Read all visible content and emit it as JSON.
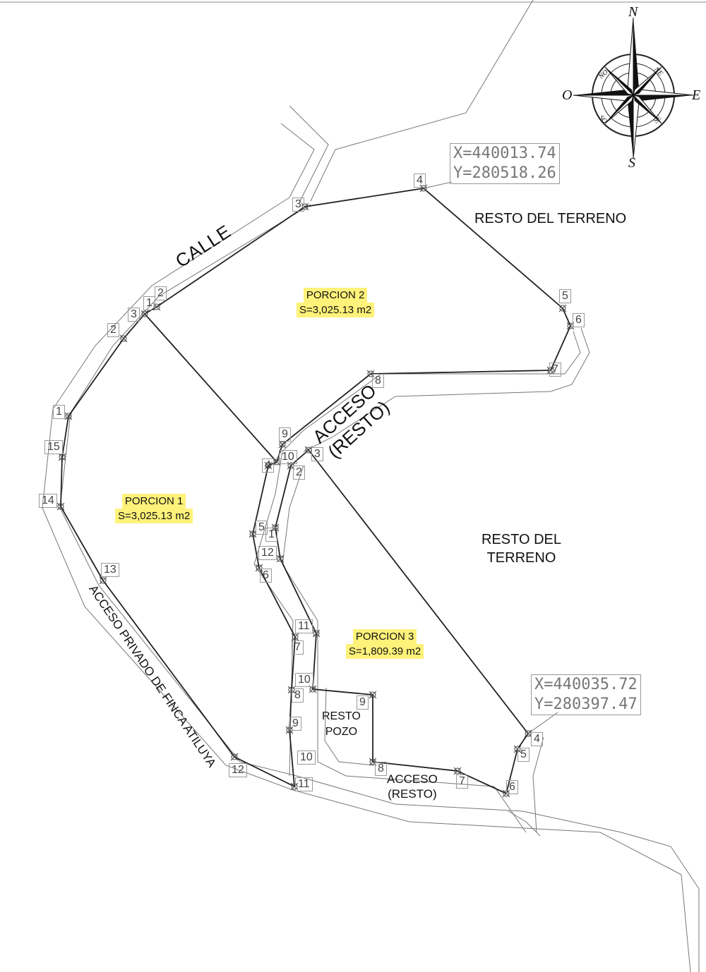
{
  "labels": {
    "calle": "CALLE",
    "acceso_resto_top_1": "ACCESO",
    "acceso_resto_top_2": "(RESTO)",
    "acceso_privado": "ACCESO PRIVADO DE FINCA ATILUYA",
    "acceso_resto_bottom_1": "ACCESO",
    "acceso_resto_bottom_2": "(RESTO)",
    "resto_pozo_1": "RESTO",
    "resto_pozo_2": "POZO",
    "resto_terreno_top": "RESTO DEL TERRENO",
    "resto_terreno_mid_1": "RESTO DEL",
    "resto_terreno_mid_2": "TERRENO"
  },
  "portions": [
    {
      "name": "PORCION 1",
      "area": "S=3,025.13 m2"
    },
    {
      "name": "PORCION 2",
      "area": "S=3,025.13 m2"
    },
    {
      "name": "PORCION 3",
      "area": "S=1,809.39 m2"
    }
  ],
  "coordinates": [
    {
      "x": "X=440013.74",
      "y": "Y=280518.26"
    },
    {
      "x": "X=440035.72",
      "y": "Y=280397.47"
    }
  ],
  "compass": {
    "n": "N",
    "s": "S",
    "e": "E",
    "o": "O",
    "ne": "NE",
    "no": "NO",
    "se": "SE",
    "so": "SO"
  },
  "vertex_labels": {
    "p2_3": "3",
    "p2_4": "4",
    "p2_5": "5",
    "p2_6": "6",
    "p2_7": "7",
    "p2_8": "8",
    "p2_9": "9",
    "p2_10": "10",
    "p2_1": "1",
    "p2_2": "2",
    "p1_1": "1",
    "p1_2": "2",
    "p1_3": "3",
    "p1_4": "4",
    "p1_5": "5",
    "p1_6": "6",
    "p1_7": "7",
    "p1_8": "8",
    "p1_9": "9",
    "p1_10": "10",
    "p1_11": "11",
    "p1_12": "12",
    "p1_13": "13",
    "p1_14": "14",
    "p1_15": "15",
    "p3_1": "1",
    "p3_2": "2",
    "p3_3": "3",
    "p3_4": "4",
    "p3_5": "5",
    "p3_6": "6",
    "p3_7": "7",
    "p3_8": "8",
    "p3_9": "9",
    "p3_10": "10",
    "p3_11": "11",
    "p3_12": "12"
  }
}
